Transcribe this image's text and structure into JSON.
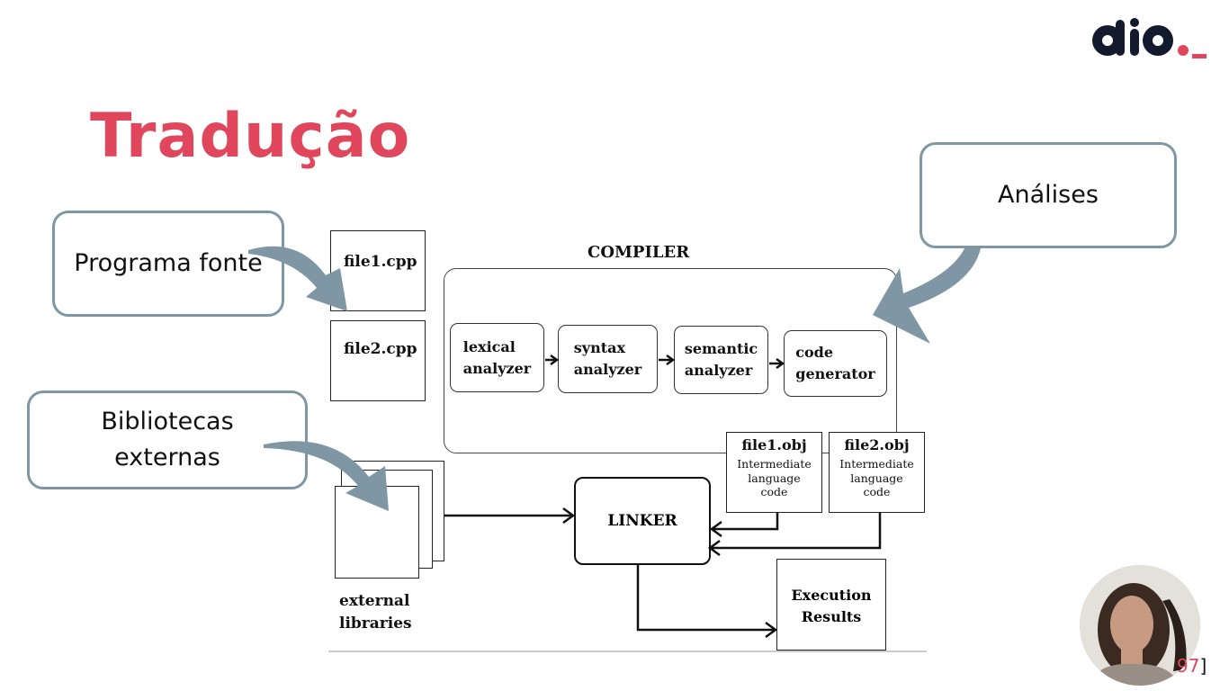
{
  "brand": {
    "logo_text": "dio._",
    "accent": "#e0475d",
    "callout_border": "#7f97a5"
  },
  "slide": {
    "title": "Tradução",
    "page_number": "97",
    "page_bracket": "]"
  },
  "callouts": {
    "programa": "Programa fonte",
    "bibliotecas_line1": "Bibliotecas",
    "bibliotecas_line2": "externas",
    "analises": "Análises"
  },
  "diagram": {
    "compiler_label": "COMPILER",
    "source_files": [
      "file1.cpp",
      "file2.cpp"
    ],
    "stages": [
      {
        "line1": "lexical",
        "line2": "analyzer"
      },
      {
        "line1": "syntax",
        "line2": "analyzer"
      },
      {
        "line1": "semantic",
        "line2": "analyzer"
      },
      {
        "line1": "code",
        "line2": "generator"
      }
    ],
    "objects": [
      {
        "name": "file1.obj",
        "desc1": "Intermediate",
        "desc2": "language",
        "desc3": "code"
      },
      {
        "name": "file2.obj",
        "desc1": "Intermediate",
        "desc2": "language",
        "desc3": "code"
      }
    ],
    "linker": "LINKER",
    "libraries_line1": "external",
    "libraries_line2": "libraries",
    "execution_line1": "Execution",
    "execution_line2": "Results"
  },
  "icons": {
    "presenter": "presenter-avatar",
    "pointer_arrows": "curved-arrow-icon"
  }
}
